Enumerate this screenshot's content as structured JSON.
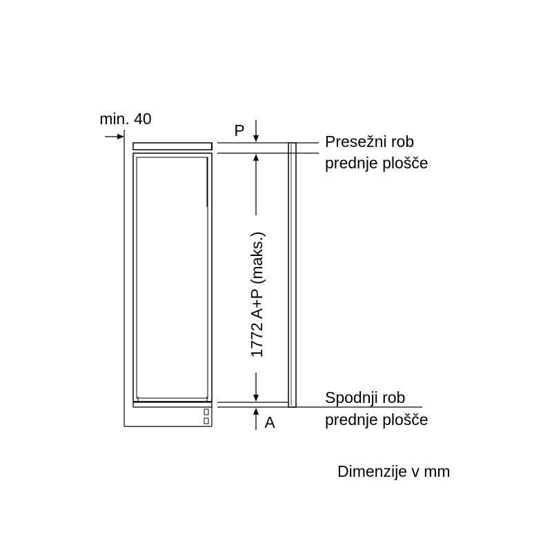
{
  "labels": {
    "min_gap": "min. 40",
    "top_marker": "P",
    "bottom_marker": "A",
    "top_edge_line1": "Presežni rob",
    "top_edge_line2": "prednje plošče",
    "bottom_edge_line1": "Spodnji rob",
    "bottom_edge_line2": "prednje plošče",
    "height_dimension": "1772 A+P (maks.)",
    "units_note": "Dimenzije v mm"
  },
  "colors": {
    "line": "#000000",
    "background": "#ffffff"
  }
}
